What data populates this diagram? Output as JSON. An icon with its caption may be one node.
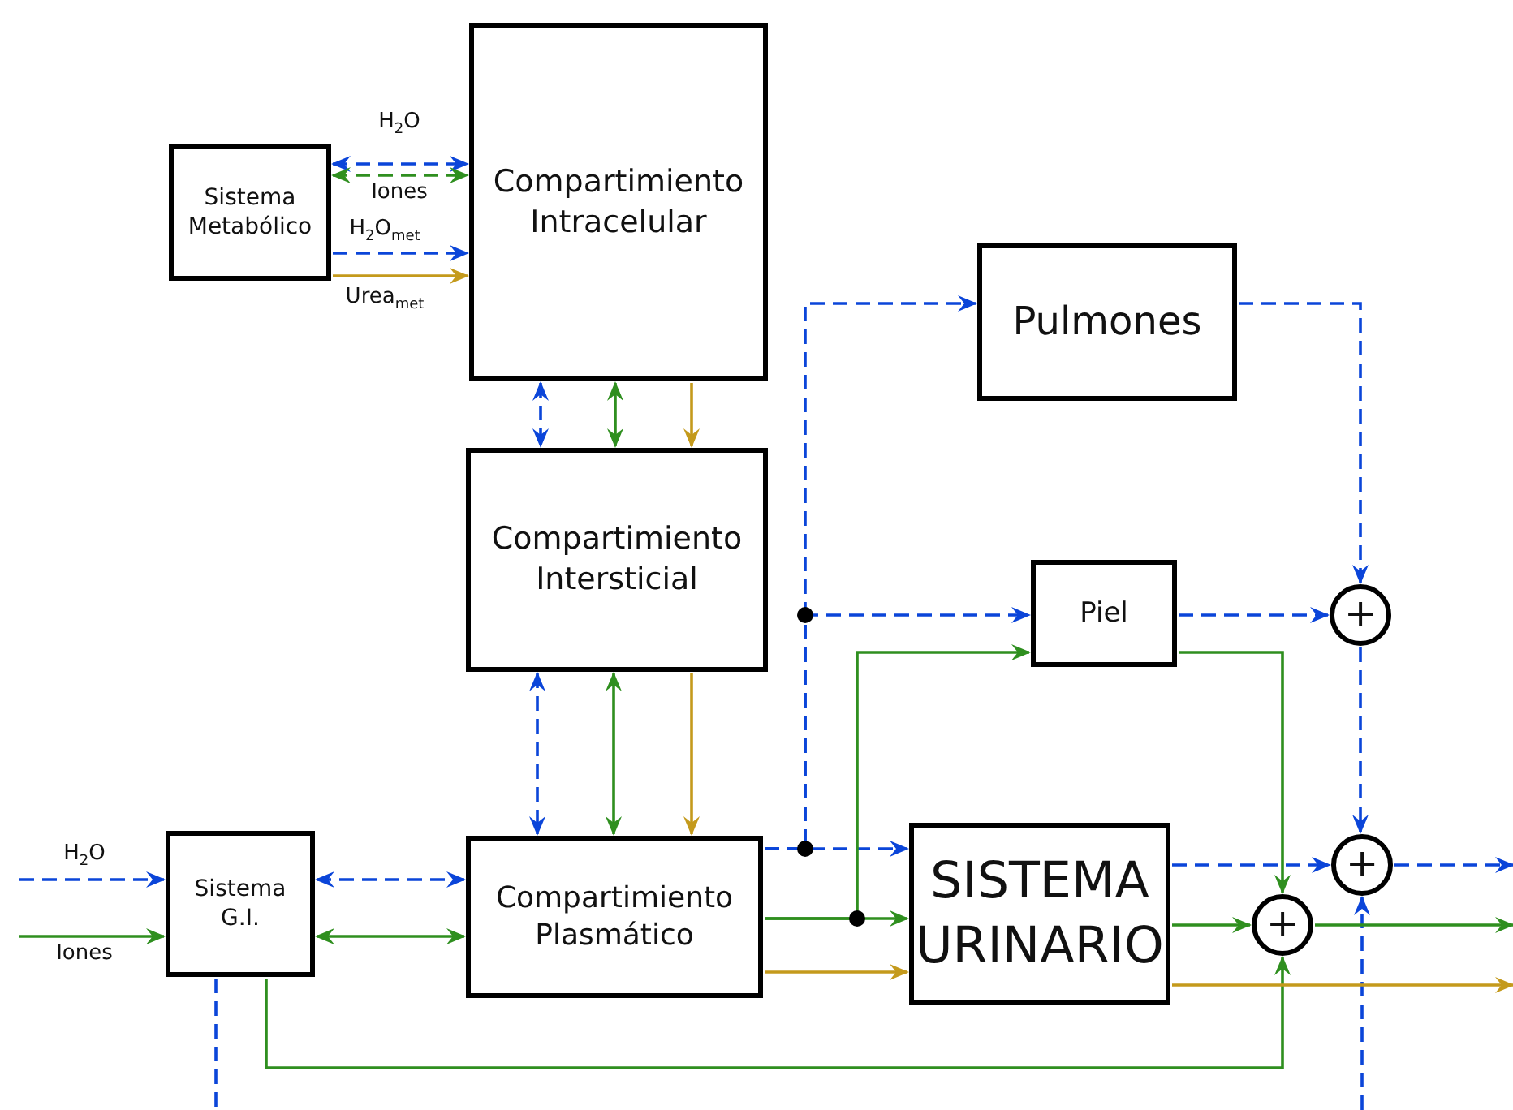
{
  "diagram": {
    "nodes": [
      {
        "text": [
          "Compartimiento Intracelular"
        ]
      },
      {
        "text": [
          "Sistema Metabólico"
        ]
      },
      {
        "text": [
          "Pulmones"
        ]
      },
      {
        "text": [
          "Compartimiento Intersticial"
        ]
      },
      {
        "text": [
          "Piel"
        ]
      },
      {
        "text": [
          "Sistema G.I."
        ]
      },
      {
        "text": [
          "Compartimiento Plasmático"
        ]
      },
      {
        "text": [
          "SISTEMA URINARIO"
        ]
      },
      {
        "text": [
          "+"
        ]
      },
      {
        "text": [
          "+"
        ]
      },
      {
        "text": [
          "+"
        ]
      }
    ],
    "edges": [
      {
        "from": 1,
        "to": 0,
        "arrow": "both",
        "label": "H$_{2}$O",
        "style": "dashed",
        "color": "#0b45d9"
      },
      {
        "from": 1,
        "to": 0,
        "arrow": "both",
        "label": "Iones",
        "style": "dashed",
        "color": "#2f8f1f"
      },
      {
        "from": 1,
        "to": 0,
        "arrow": "to",
        "label": "H$_{2}$O$_{met}$",
        "style": "dashed",
        "color": "#0b45d9"
      },
      {
        "from": 1,
        "to": 0,
        "arrow": "to",
        "label": "Urea$_{met}$",
        "color": "#c49a1c"
      },
      {
        "from": 0,
        "to": 3,
        "arrow": "both",
        "style": "dashed",
        "color": "#0b45d9"
      },
      {
        "from": 0,
        "to": 3,
        "arrow": "both",
        "color": "#2f8f1f"
      },
      {
        "from": 0,
        "to": 3,
        "arrow": "to",
        "color": "#c49a1c"
      },
      {
        "from": 3,
        "to": 6,
        "arrow": "both",
        "style": "dashed",
        "color": "#0b45d9"
      },
      {
        "from": 3,
        "to": 6,
        "arrow": "both",
        "color": "#2f8f1f"
      },
      {
        "from": 3,
        "to": 6,
        "arrow": "to",
        "color": "#c49a1c"
      },
      {
        "from": null,
        "to": 5,
        "arrow": "to",
        "label": "H$_{2}$O",
        "style": "dashed",
        "color": "#0b45d9"
      },
      {
        "from": null,
        "to": 5,
        "arrow": "to",
        "label": "Iones",
        "color": "#2f8f1f"
      },
      {
        "from": 5,
        "to": 6,
        "arrow": "both",
        "style": "dashed",
        "color": "#0b45d9"
      },
      {
        "from": 5,
        "to": 6,
        "arrow": "both",
        "color": "#2f8f1f"
      },
      {
        "from": 5,
        "to": null,
        "arrow": "none",
        "style": "dashed",
        "color": "#0b45d9"
      },
      {
        "from": 5,
        "to": 10,
        "arrow": "to",
        "color": "#2f8f1f"
      },
      {
        "from": 6,
        "to": 2,
        "arrow": "to",
        "style": "dashed",
        "color": "#0b45d9"
      },
      {
        "from": 6,
        "to": 4,
        "arrow": "to",
        "style": "dashed",
        "color": "#0b45d9"
      },
      {
        "from": 6,
        "to": 7,
        "arrow": "to",
        "style": "dashed",
        "color": "#0b45d9"
      },
      {
        "from": 6,
        "to": 7,
        "arrow": "to",
        "color": "#2f8f1f"
      },
      {
        "from": 6,
        "to": 4,
        "arrow": "to",
        "color": "#2f8f1f"
      },
      {
        "from": 6,
        "to": 7,
        "arrow": "to",
        "color": "#c49a1c"
      },
      {
        "from": 2,
        "to": 8,
        "arrow": "to",
        "style": "dashed",
        "color": "#0b45d9"
      },
      {
        "from": 4,
        "to": 8,
        "arrow": "to",
        "style": "dashed",
        "color": "#0b45d9"
      },
      {
        "from": 4,
        "to": 10,
        "arrow": "to",
        "color": "#2f8f1f"
      },
      {
        "from": 8,
        "to": 9,
        "arrow": "to",
        "style": "dashed",
        "color": "#0b45d9"
      },
      {
        "from": 7,
        "to": 9,
        "arrow": "to",
        "style": "dashed",
        "color": "#0b45d9"
      },
      {
        "from": 7,
        "to": 10,
        "arrow": "to",
        "color": "#2f8f1f"
      },
      {
        "from": null,
        "to": 9,
        "arrow": "to",
        "style": "dashed",
        "color": "#0b45d9"
      },
      {
        "from": 9,
        "to": null,
        "arrow": "to",
        "style": "dashed",
        "color": "#0b45d9"
      },
      {
        "from": 10,
        "to": null,
        "arrow": "to",
        "color": "#2f8f1f"
      },
      {
        "from": 7,
        "to": null,
        "arrow": "to",
        "color": "#c49a1c"
      }
    ]
  }
}
